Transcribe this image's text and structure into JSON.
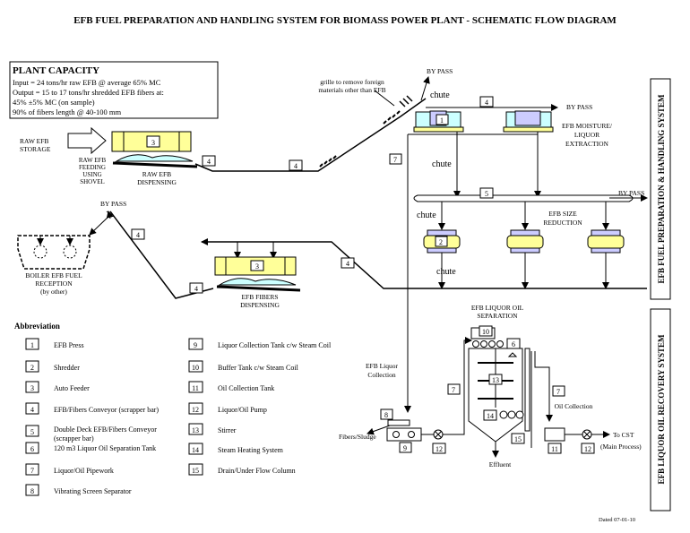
{
  "title": "EFB FUEL PREPARATION AND HANDLING SYSTEM FOR BIOMASS POWER PLANT - SCHEMATIC FLOW DIAGRAM",
  "capacity": {
    "heading": "PLANT CAPACITY",
    "lines": [
      "Input = 24 tons/hr raw EFB @ average 65% MC",
      "Output = 15 to 17 tons/hr shredded EFB fibers at:",
      "45% ±5% MC (on sample)",
      "90% of fibers length @ 40-100 mm"
    ]
  },
  "side_labels": {
    "top": "EFB FUEL PREPARATION & HANDLING SYSTEM",
    "bottom": "EFB LIQUOR OIL RECOVERY SYSTEM"
  },
  "labels": {
    "raw_efb_storage_1": "RAW EFB",
    "raw_efb_storage_2": "STORAGE",
    "feeding_1": "RAW EFB",
    "feeding_2": "FEEDING",
    "feeding_3": "USING",
    "feeding_4": "SHOVEL",
    "dispensing_1": "RAW EFB",
    "dispensing_2": "DISPENSING",
    "grille_1": "grille to remove foreign",
    "grille_2": "materials other than EFB",
    "bypass": "BY PASS",
    "chute": "chute",
    "moisture_1": "EFB MOISTURE/",
    "moisture_2": "LIQUOR",
    "moisture_3": "EXTRACTION",
    "size_1": "EFB SIZE",
    "size_2": "REDUCTION",
    "boiler_1": "BOILER EFB FUEL",
    "boiler_2": "RECEPTION",
    "boiler_3": "(by other)",
    "fibers_disp_1": "EFB FIBERS",
    "fibers_disp_2": "DISPENSING",
    "liquor_sep_1": "EFB LIQUOR OIL",
    "liquor_sep_2": "SEPARATION",
    "liquor_coll_1": "EFB Liquor",
    "liquor_coll_2": "Collection",
    "fibers_sludge": "Fibers/Sludge",
    "effluent": "Effluent",
    "oil_collection": "Oil Collection",
    "to_cst": "To CST",
    "main_process": "(Main Process)",
    "dated": "Dated 07-01-10"
  },
  "abbreviation": {
    "heading": "Abbreviation",
    "left": [
      {
        "num": "1",
        "text": "EFB Press"
      },
      {
        "num": "2",
        "text": "Shredder"
      },
      {
        "num": "3",
        "text": "Auto Feeder"
      },
      {
        "num": "4",
        "text": "EFB/Fibers Conveyor (scrapper bar)"
      },
      {
        "num": "5",
        "text": "Double Deck EFB/Fibers Conveyor",
        "text2": "(scrapper bar)"
      },
      {
        "num": "6",
        "text": "120 m3 Liquor Oil Separation Tank"
      },
      {
        "num": "7",
        "text": "Liquor/Oil Pipework"
      },
      {
        "num": "8",
        "text": "Vibrating Screen Separator"
      }
    ],
    "right": [
      {
        "num": "9",
        "text": "Liquor Collection Tank c/w Steam Coil"
      },
      {
        "num": "10",
        "text": "Buffer Tank c/w Steam Coil"
      },
      {
        "num": "11",
        "text": "Oil Collection Tank"
      },
      {
        "num": "12",
        "text": "Liquor/Oil Pump"
      },
      {
        "num": "13",
        "text": "Stirrer"
      },
      {
        "num": "14",
        "text": "Steam Heating System"
      },
      {
        "num": "15",
        "text": "Drain/Under Flow Column"
      }
    ]
  },
  "num": {
    "n1": "1",
    "n2": "2",
    "n3": "3",
    "n4": "4",
    "n5": "5",
    "n6": "6",
    "n7": "7",
    "n8": "8",
    "n9": "9",
    "n10": "10",
    "n11": "11",
    "n12": "12",
    "n13": "13",
    "n14": "14",
    "n15": "15"
  },
  "colors": {
    "feeder_fill": "#ffff99",
    "press_fill": "#ccffff",
    "press_body": "#ccccff",
    "dispense_fill": "#ccffff",
    "line": "#000000"
  }
}
